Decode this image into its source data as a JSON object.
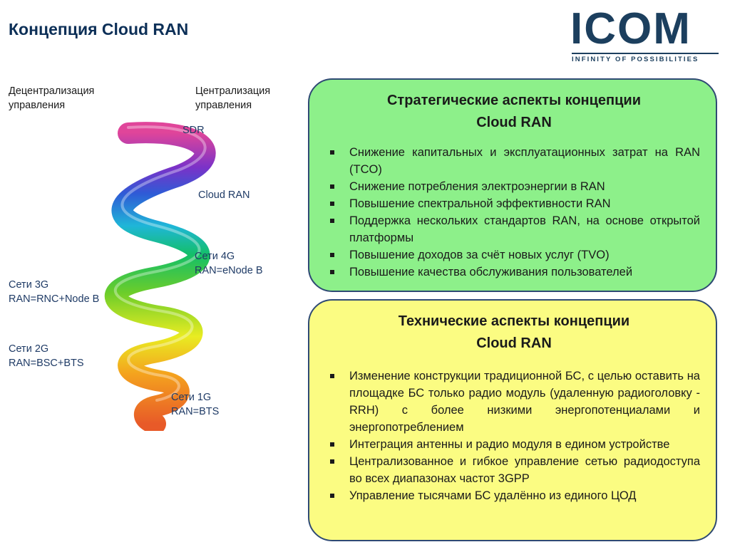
{
  "slide": {
    "title": "Концепция Cloud RAN"
  },
  "logo": {
    "word": "ICOM",
    "tagline": "INFINITY OF POSSIBILITIES"
  },
  "helix_labels": {
    "decentral": [
      "Децентрализация",
      "управления"
    ],
    "central": [
      "Централизация",
      "управления"
    ],
    "sdr": "SDR",
    "cloud_ran": "Cloud RAN",
    "g4": [
      "Сети 4G",
      "RAN=eNode B"
    ],
    "g3": [
      "Сети 3G",
      "RAN=RNC+Node B"
    ],
    "g2": [
      "Сети 2G",
      "RAN=BSC+BTS"
    ],
    "g1": [
      "Сети 1G",
      "RAN=BTS"
    ]
  },
  "colors": {
    "green_panel": "#8df08a",
    "yellow_panel": "#fbfc82",
    "panel_border": "#2f4a74",
    "title_color": "#0c2f57"
  },
  "strategic": {
    "title": [
      "Стратегические аспекты концепции",
      "Cloud RAN"
    ],
    "items": [
      " Снижение капитальных и эксплуатационных затрат на RAN (TCO)",
      "Снижение потребления электроэнергии в RAN",
      "Повышение спектральной эффективности RAN",
      "Поддержка нескольких стандартов RAN, на основе открытой платформы",
      "Повышение доходов за счёт новых услуг (TVO)",
      "Повышение качества обслуживания пользователей"
    ]
  },
  "technical": {
    "title": [
      "Технические аспекты концепции",
      "Cloud RAN"
    ],
    "items": [
      "Изменение конструкции традиционной БС, с целью оставить на площадке БС только радио модуль (удаленную радиоголовку - RRH) с более низкими энергопотенциалами и  энергопотреблением",
      "Интеграция антенны и радио модуля в едином устройстве",
      "Централизованное  и гибкое управление сетью радиодоступа во всех диапазонах частот 3GPP",
      "Управление тысячами БС удалённо из единого ЦОД"
    ]
  }
}
